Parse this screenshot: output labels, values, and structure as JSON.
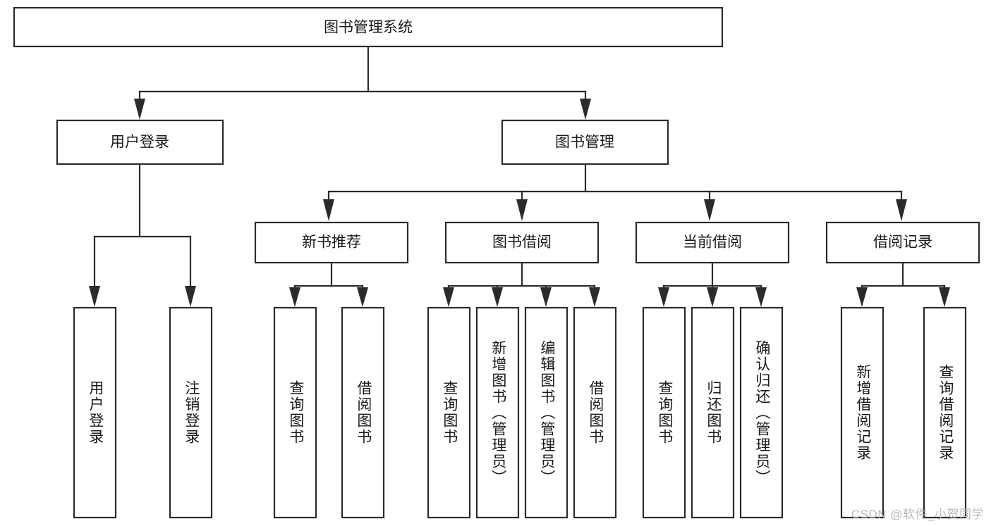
{
  "diagram": {
    "type": "tree-hierarchy-functional-decomposition",
    "title_text": "图书管理系统",
    "accent_color": "#2b2b2b",
    "box_fill": "#ffffff",
    "watermark": "CSDN @软件_小贺同学",
    "root": {
      "label": "图书管理系统"
    },
    "level2": [
      {
        "label": "用户登录"
      },
      {
        "label": "图书管理"
      }
    ],
    "level3": [
      {
        "label": "新书推荐"
      },
      {
        "label": "图书借阅"
      },
      {
        "label": "当前借阅"
      },
      {
        "label": "借阅记录"
      }
    ],
    "leaves": {
      "user_login": [
        {
          "label": "用户登录"
        },
        {
          "label": "注销登录"
        }
      ],
      "new_book_recommend": [
        {
          "label": "查询图书"
        },
        {
          "label": "借阅图书"
        }
      ],
      "book_borrow": [
        {
          "label": "查询图书"
        },
        {
          "label": "新增图书（管理员）"
        },
        {
          "label": "编辑图书（管理员）"
        },
        {
          "label": "借阅图书"
        }
      ],
      "current_borrow": [
        {
          "label": "查询图书"
        },
        {
          "label": "归还图书"
        },
        {
          "label": "确认归还（管理员）"
        }
      ],
      "borrow_record": [
        {
          "label": "新增借阅记录"
        },
        {
          "label": "查询借阅记录"
        }
      ]
    }
  }
}
